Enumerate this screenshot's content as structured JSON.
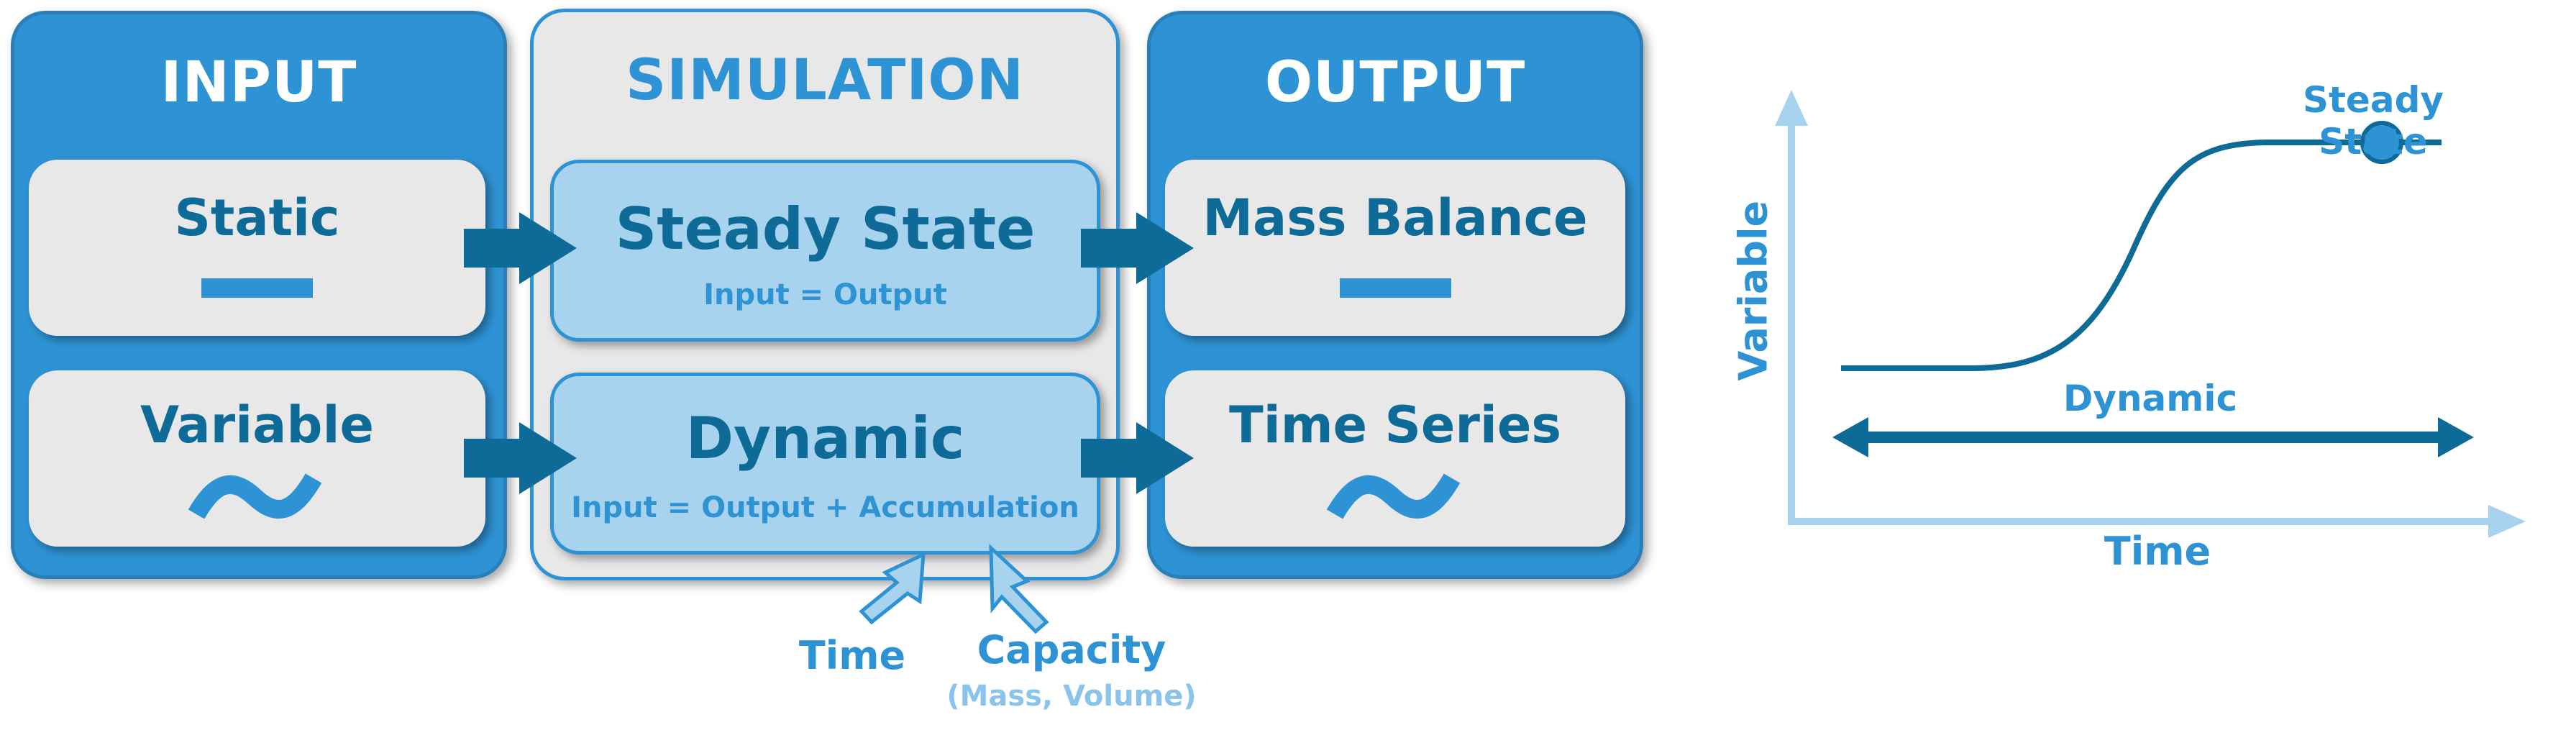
{
  "colors": {
    "blue": "#2e93d4",
    "dark_blue": "#0e6a96",
    "light_blue": "#a8d3ef",
    "pale_blue": "#8ac4ea",
    "grey": "#e8e8e8"
  },
  "input": {
    "title": "INPUT",
    "static": {
      "label": "Static",
      "icon": "dash-icon"
    },
    "variable": {
      "label": "Variable",
      "icon": "wave-icon"
    }
  },
  "simulation": {
    "title": "SIMULATION",
    "steady_state": {
      "label": "Steady State",
      "formula": "Input = Output"
    },
    "dynamic": {
      "label": "Dynamic",
      "formula": "Input = Output + Accumulation"
    }
  },
  "output": {
    "title": "OUTPUT",
    "mass_balance": {
      "label": "Mass Balance",
      "icon": "dash-icon"
    },
    "time_series": {
      "label": "Time Series",
      "icon": "wave-icon"
    }
  },
  "factors": {
    "time": "Time",
    "capacity": "Capacity",
    "capacity_detail": "(Mass, Volume)"
  },
  "graph": {
    "y_label": "Variable",
    "x_label": "Time",
    "steady_state_label": "Steady State",
    "dynamic_label": "Dynamic"
  }
}
